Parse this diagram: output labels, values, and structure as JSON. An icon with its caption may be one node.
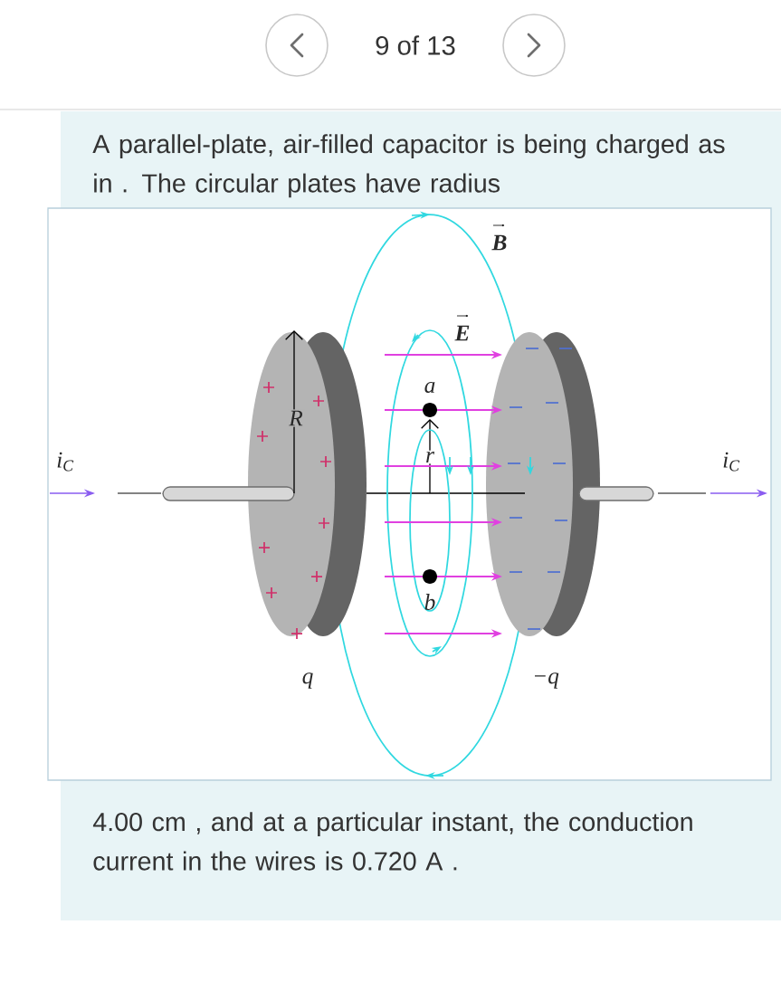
{
  "diagram": {
    "labels": [
      "9 of 13",
      "A parallel-plate, air-filled capacitor is being charged as in . The circular plates have radius",
      "B",
      "E",
      "a",
      "R",
      "i$_{C}$",
      "r",
      "i$_{C}$",
      "b",
      "q",
      "−q",
      "4.00 cm , and at a particular instant, the conduction current in the wires is 0.720 A ."
    ]
  }
}
